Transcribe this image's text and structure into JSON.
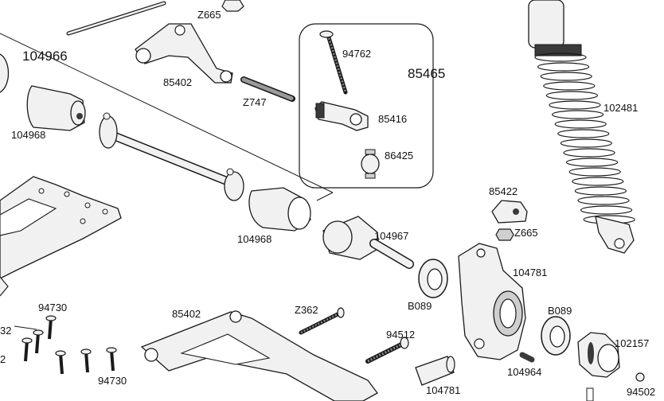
{
  "diagram": {
    "colors": {
      "line": "#1a1a1a",
      "part_fill": "#f1f1f1",
      "part_shade": "#cfcfcf",
      "dark": "#3a3a3a"
    },
    "group_label": "85465",
    "assembly_label": "104966",
    "part_labels": {
      "z665_top": "Z665",
      "n85402_top": "85402",
      "z747": "Z747",
      "n94762": "94762",
      "n85416": "85416",
      "n86425": "86425",
      "n102481": "102481",
      "n104968_left": "104968",
      "n104968_mid": "104968",
      "n85422": "85422",
      "z665_mid": "Z665",
      "n104967": "104967",
      "n104781": "104781",
      "b089_left": "B089",
      "b089_right": "B089",
      "n94730_top": "94730",
      "n94730_bottom": "94730",
      "n85402_bottom": "85402",
      "z362": "Z362",
      "n94512": "94512",
      "n102157": "102157",
      "n104964": "104964",
      "n104781_bottom": "104781",
      "n94502": "94502",
      "cut_32": "32",
      "cut_2": "2"
    }
  }
}
